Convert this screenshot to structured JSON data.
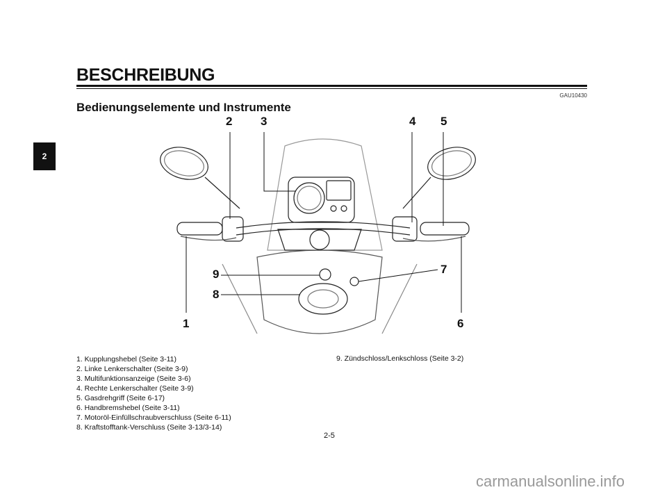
{
  "header": {
    "title": "BESCHREIBUNG",
    "code": "GAU10430",
    "section_tab": "2"
  },
  "section": {
    "title": "Bedienungselemente und Instrumente"
  },
  "callouts": [
    "1",
    "2",
    "3",
    "4",
    "5",
    "6",
    "7",
    "8",
    "9"
  ],
  "legend": [
    "1. Kupplungshebel (Seite 3-11)",
    "2. Linke Lenkerschalter (Seite 3-9)",
    "3. Multifunktionsanzeige (Seite 3-6)",
    "4. Rechte Lenkerschalter (Seite 3-9)",
    "5. Gasdrehgriff (Seite 6-17)",
    "6. Handbremshebel (Seite 3-11)",
    "7. Motoröl-Einfüllschraubverschluss (Seite 6-11)",
    "8. Kraftstofftank-Verschluss (Seite 3-13/3-14)",
    "9. Zündschloss/Lenkschloss (Seite 3-2)"
  ],
  "footer": {
    "page_number": "2-5",
    "watermark": "carmanualsonline.info"
  }
}
